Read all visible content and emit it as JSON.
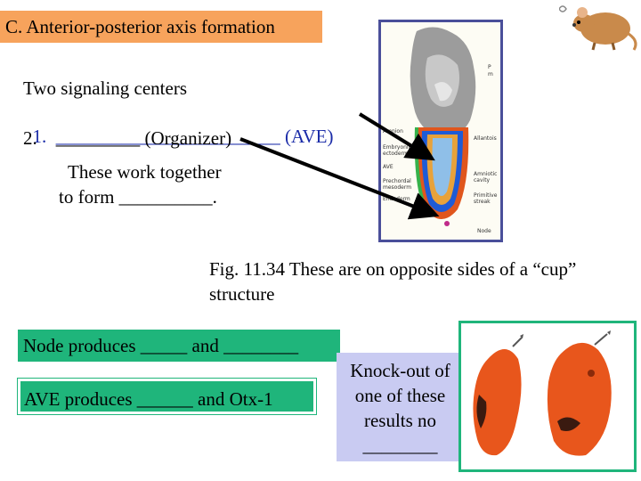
{
  "title": "C. Anterior-posterior axis formation",
  "left_text": {
    "heading": "Two signaling centers",
    "item1": "1.  ________________________ (AVE)",
    "item2": "2.    _________ (Organizer)",
    "line1": "These work together",
    "line2": "to form __________."
  },
  "figure_labels": {
    "top_right": [
      "P",
      "m"
    ],
    "allantois": "Allantois",
    "amnion": "Amnion",
    "embryonic_ectoderm": [
      "Embryonic",
      "ectoderm"
    ],
    "ave": "AVE",
    "prechordal_mesoderm": [
      "Prechordal",
      "mesoderm"
    ],
    "endoderm": "Endoderm",
    "amniotic_cavity": [
      "Amniotic",
      "cavity"
    ],
    "primitive_streak": [
      "Primitive",
      "streak"
    ],
    "node": "Node"
  },
  "caption": "Fig. 11.34 These are on opposite sides of a “cup” structure",
  "node_box": "Node produces _____ and ________",
  "ave_box": "AVE produces ______ and Otx-1",
  "knockout_box": [
    "Knock-out of",
    "one of these",
    "results no",
    "________"
  ],
  "colors": {
    "title_bg": "#f7a35c",
    "green_box": "#1fb57b",
    "knockout_bg": "#c9cbf2",
    "frame_border": "#4a4f9a",
    "mouse_orange": "#e8561c"
  },
  "icons": [
    "embryo-diagram",
    "mouse-clipart",
    "knockout-mice-photo",
    "pointer-arrow"
  ]
}
